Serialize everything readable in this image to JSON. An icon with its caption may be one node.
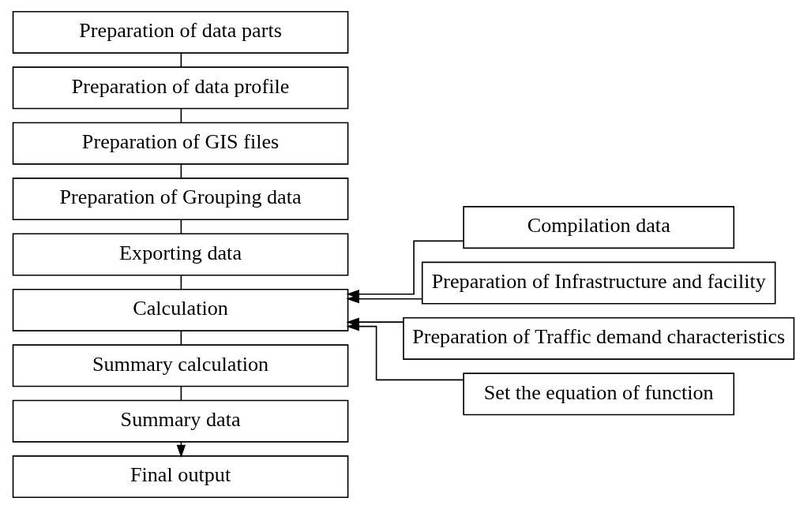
{
  "diagram": {
    "nodes": [
      {
        "text": [
          "Preparation of data parts"
        ]
      },
      {
        "text": [
          "Preparation of data profile"
        ]
      },
      {
        "text": [
          "Preparation of GIS files"
        ]
      },
      {
        "text": [
          "Preparation of Grouping data"
        ]
      },
      {
        "text": [
          "Exporting data"
        ]
      },
      {
        "text": [
          "Calculation"
        ]
      },
      {
        "text": [
          "Summary calculation"
        ]
      },
      {
        "text": [
          "Summary data"
        ]
      },
      {
        "text": [
          "Final output"
        ]
      },
      {
        "text": [
          "Compilation data"
        ]
      },
      {
        "text": [
          "Preparation of Infrastructure and facility"
        ]
      },
      {
        "text": [
          "Preparation of Traffic demand characteristics"
        ]
      },
      {
        "text": [
          "Set the equation of function"
        ]
      }
    ],
    "edges": [
      {
        "from": 0,
        "to": 1,
        "arrow": "none"
      },
      {
        "from": 1,
        "to": 2,
        "arrow": "none"
      },
      {
        "from": 2,
        "to": 3,
        "arrow": "none"
      },
      {
        "from": 3,
        "to": 4,
        "arrow": "none"
      },
      {
        "from": 4,
        "to": 5,
        "arrow": "none"
      },
      {
        "from": 5,
        "to": 6,
        "arrow": "none"
      },
      {
        "from": 6,
        "to": 7,
        "arrow": "none"
      },
      {
        "from": 7,
        "to": 8,
        "arrow": "to"
      },
      {
        "from": 9,
        "to": 5,
        "arrow": "to"
      },
      {
        "from": 10,
        "to": 5,
        "arrow": "to"
      },
      {
        "from": 11,
        "to": 5,
        "arrow": "to"
      },
      {
        "from": 12,
        "to": 5,
        "arrow": "to"
      }
    ]
  }
}
